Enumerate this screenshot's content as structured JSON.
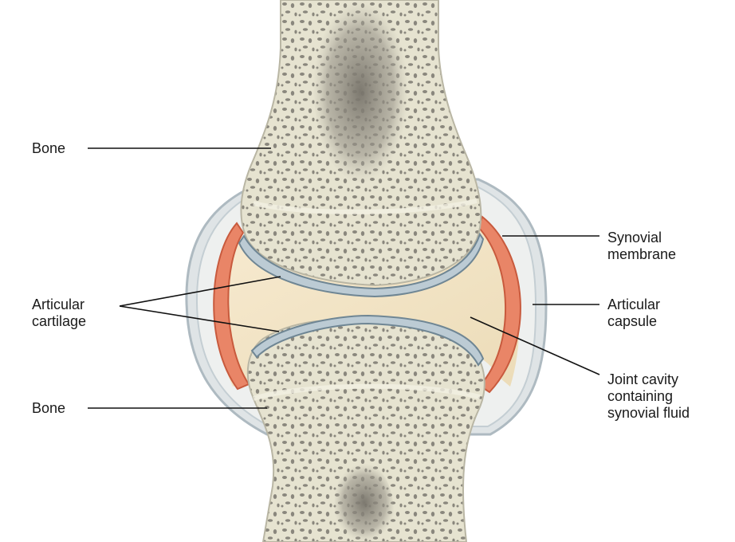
{
  "labels": {
    "bone_upper": "Bone",
    "bone_lower": "Bone",
    "articular_cartilage": [
      "Articular",
      "cartilage"
    ],
    "synovial_membrane": [
      "Synovial",
      "membrane"
    ],
    "articular_capsule": [
      "Articular",
      "capsule"
    ],
    "joint_cavity": [
      "Joint cavity",
      "containing",
      "synovial fluid"
    ]
  },
  "colors": {
    "bone_fill": "#e9e6d4",
    "bone_pore": "#7d7a70",
    "marrow": "#8e8a80",
    "cartilage": "#b7c6d0",
    "cartilage_edge": "#6b8190",
    "synovial_fluid": "#f2e3c3",
    "synovial_membrane": "#e8785a",
    "capsule": "#cfd6da",
    "leader_line": "#111111"
  }
}
